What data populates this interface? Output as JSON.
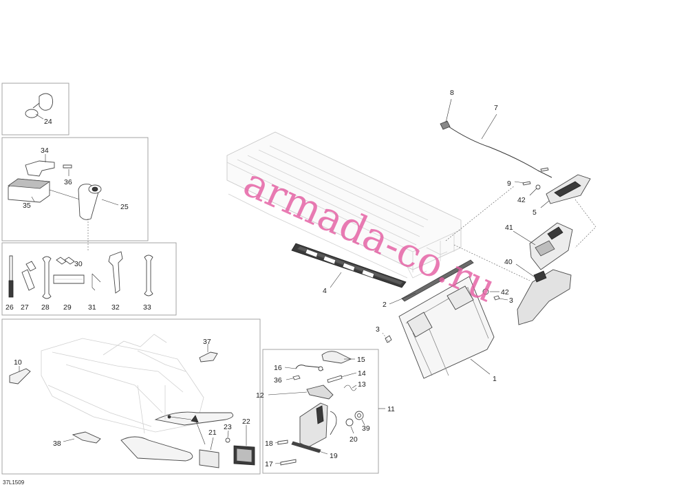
{
  "figure_code": "37L1509",
  "watermark": "armada-co.ru",
  "callouts": {
    "c1": "1",
    "c2": "2",
    "c3a": "3",
    "c3b": "3",
    "c4": "4",
    "c5": "5",
    "c7": "7",
    "c8": "8",
    "c9": "9",
    "c10": "10",
    "c11": "11",
    "c12": "12",
    "c13": "13",
    "c14": "14",
    "c15": "15",
    "c16": "16",
    "c17": "17",
    "c18": "18",
    "c19": "19",
    "c20": "20",
    "c21": "21",
    "c22": "22",
    "c23": "23",
    "c24": "24",
    "c25": "25",
    "c26": "26",
    "c27": "27",
    "c28": "28",
    "c29": "29",
    "c30": "30",
    "c31": "31",
    "c32": "32",
    "c33": "33",
    "c34": "34",
    "c35": "35",
    "c36a": "36",
    "c36b": "36",
    "c37": "37",
    "c38": "38",
    "c39": "39",
    "c40": "40",
    "c41": "41",
    "c42a": "42",
    "c42b": "42"
  }
}
